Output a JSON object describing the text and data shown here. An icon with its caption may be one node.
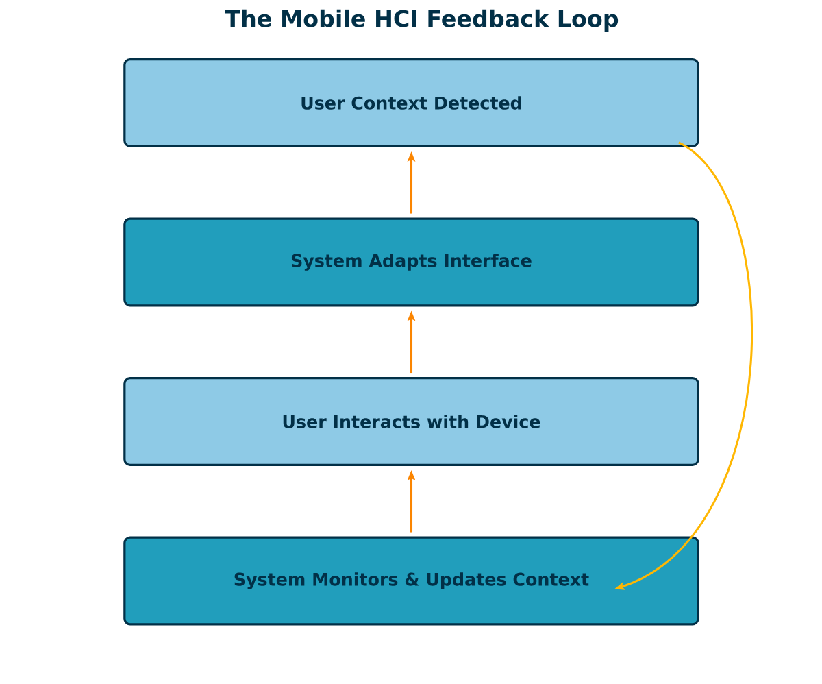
{
  "diagram": {
    "title": "The Mobile HCI Feedback Loop",
    "nodes": [
      {
        "text": [
          "User Context Detected"
        ]
      },
      {
        "text": [
          "System Adapts Interface"
        ]
      },
      {
        "text": [
          "User Interacts with Device"
        ]
      },
      {
        "text": [
          "System Monitors & Updates Context"
        ]
      }
    ],
    "edges": [
      {
        "from": 3,
        "to": 2,
        "arrow": "to"
      },
      {
        "from": 2,
        "to": 1,
        "arrow": "to"
      },
      {
        "from": 1,
        "to": 0,
        "arrow": "to"
      },
      {
        "from": 0,
        "to": 3,
        "arrow": "to",
        "color": "#ffb703"
      }
    ]
  }
}
